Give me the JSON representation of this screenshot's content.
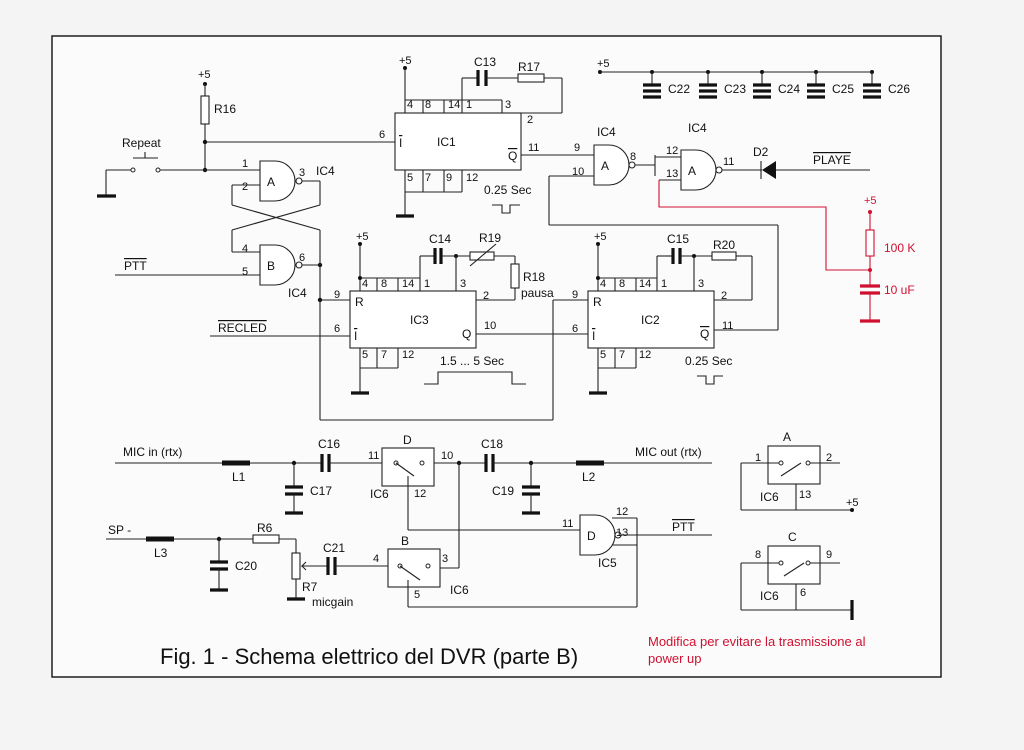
{
  "caption": "Fig. 1 - Schema elettrico del DVR (parte B)",
  "note_line1": "Modifica per evitare la trasmissione al",
  "note_line2": "power up",
  "supply": "+5",
  "labels": {
    "r16": "R16",
    "repeat": "Repeat",
    "ptt": "PTT",
    "recled": "RECLED",
    "playe": "PLAYE",
    "ic4": "IC4",
    "ic1": "IC1",
    "ic2": "IC2",
    "ic3": "IC3",
    "ic5": "IC5",
    "ic6": "IC6",
    "c13": "C13",
    "r17": "R17",
    "c14": "C14",
    "r19": "R19",
    "r18": "R18",
    "pausa": "pausa",
    "c15": "C15",
    "r20": "R20",
    "c22": "C22",
    "c23": "C23",
    "c24": "C24",
    "c25": "C25",
    "c26": "C26",
    "d2": "D2",
    "r100k": "100 K",
    "c10u": "10 uF",
    "t025": "0.25 Sec",
    "t15": "1.5 ... 5 Sec",
    "mic_in": "MIC in (rtx)",
    "mic_out": "MIC out (rtx)",
    "sp": "SP -",
    "l1": "L1",
    "l2": "L2",
    "l3": "L3",
    "c16": "C16",
    "c17": "C17",
    "c18": "C18",
    "c19": "C19",
    "c20": "C20",
    "c21": "C21",
    "r6": "R6",
    "r7": "R7",
    "micgain": "micgain",
    "gA": "A",
    "gB": "B",
    "gC": "C",
    "gD": "D",
    "R": "R",
    "Q": "Q",
    "Qbar": "Q",
    "Ibar": "I"
  },
  "pins": {
    "p1": "1",
    "p2": "2",
    "p3": "3",
    "p4": "4",
    "p5": "5",
    "p6": "6",
    "p7": "7",
    "p8": "8",
    "p9": "9",
    "p10": "10",
    "p11": "11",
    "p12": "12",
    "p13": "13",
    "p14": "14"
  }
}
